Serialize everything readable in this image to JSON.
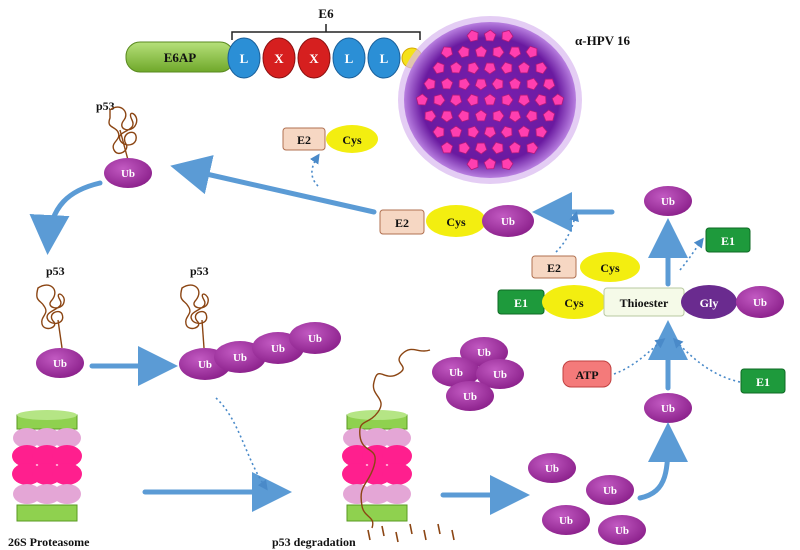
{
  "labels": {
    "e6": "E6",
    "e6ap": "E6AP",
    "l": "L",
    "x": "X",
    "hpv": "α-HPV 16",
    "p53": "p53",
    "ub": "Ub",
    "e2": "E2",
    "e1": "E1",
    "cys": "Cys",
    "gly": "Gly",
    "thioester": "Thioester",
    "atp": "ATP",
    "proteasome": "26S Proteasome",
    "degradation": "p53 degradation"
  },
  "colors": {
    "ub": "#9b2d9b",
    "e1": "#1e9a3c",
    "e2": "#f6d7c3",
    "cys": "#f3ee10",
    "atp": "#f47a7a",
    "gly": "#6a2b8f",
    "l": "#2b8fd6",
    "x": "#d61f1f",
    "e6ap": "#8cc63f",
    "arrow": "#5b9bd5",
    "proteasome_pink": "#ff1f8e",
    "proteasome_light": "#e4a6d6",
    "proteasome_green": "#8fd14f"
  }
}
